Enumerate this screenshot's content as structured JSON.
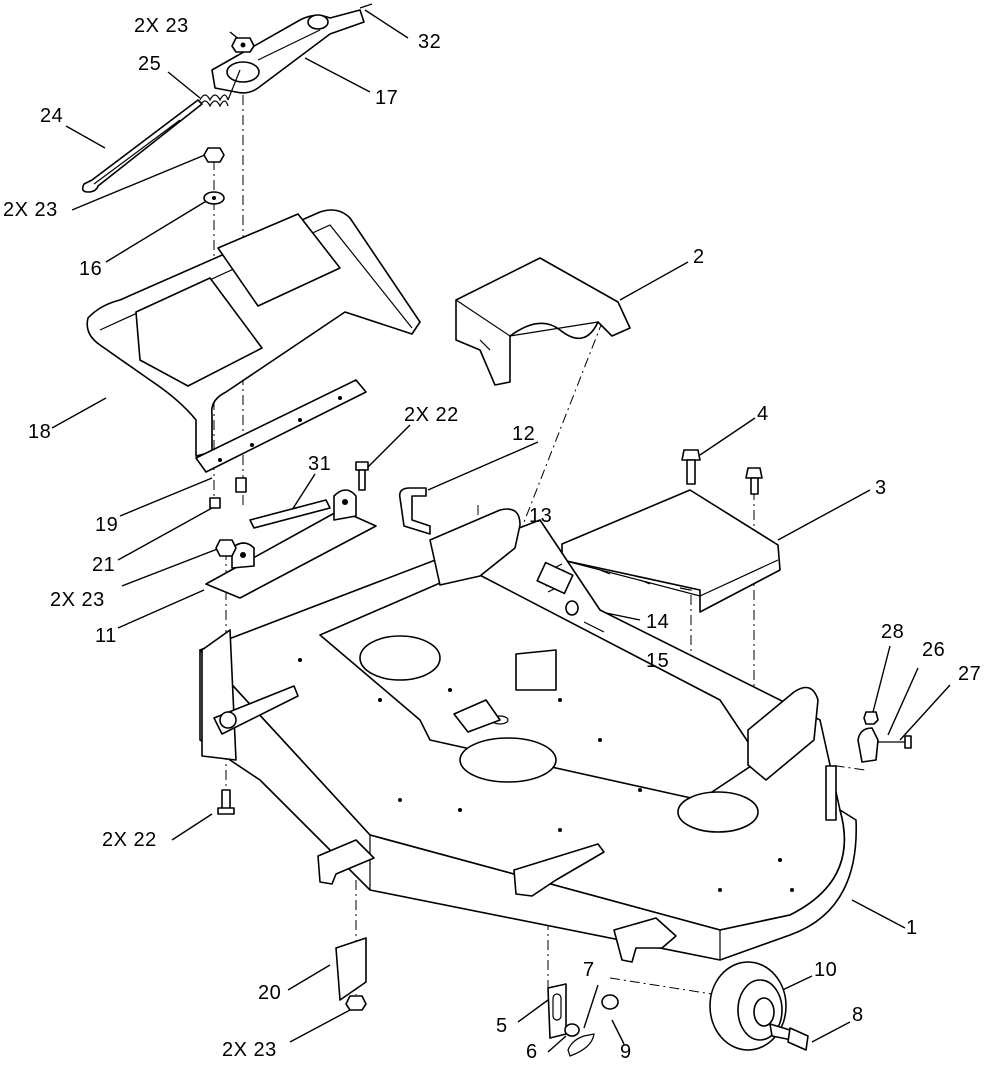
{
  "callouts": [
    {
      "id": "c32",
      "text": "32"
    },
    {
      "id": "c23a",
      "text": "2X  23"
    },
    {
      "id": "c25",
      "text": "25"
    },
    {
      "id": "c17",
      "text": "17"
    },
    {
      "id": "c24",
      "text": "24"
    },
    {
      "id": "c23b",
      "text": "2X  23"
    },
    {
      "id": "c16",
      "text": "16"
    },
    {
      "id": "c2",
      "text": "2"
    },
    {
      "id": "c18",
      "text": "18"
    },
    {
      "id": "c22a",
      "text": "2X  22"
    },
    {
      "id": "c12",
      "text": "12"
    },
    {
      "id": "c4",
      "text": "4"
    },
    {
      "id": "c3",
      "text": "3"
    },
    {
      "id": "c31",
      "text": "31"
    },
    {
      "id": "c13",
      "text": "13"
    },
    {
      "id": "c19",
      "text": "19"
    },
    {
      "id": "c21",
      "text": "21"
    },
    {
      "id": "c23c",
      "text": "2X  23"
    },
    {
      "id": "c11",
      "text": "11"
    },
    {
      "id": "c14",
      "text": "14"
    },
    {
      "id": "c15",
      "text": "15"
    },
    {
      "id": "c28",
      "text": "28"
    },
    {
      "id": "c26",
      "text": "26"
    },
    {
      "id": "c27",
      "text": "27"
    },
    {
      "id": "c22b",
      "text": "2X  22"
    },
    {
      "id": "c1",
      "text": "1"
    },
    {
      "id": "c10",
      "text": "10"
    },
    {
      "id": "c7",
      "text": "7"
    },
    {
      "id": "c8",
      "text": "8"
    },
    {
      "id": "c20",
      "text": "20"
    },
    {
      "id": "c5",
      "text": "5"
    },
    {
      "id": "c9",
      "text": "9"
    },
    {
      "id": "c6",
      "text": "6"
    },
    {
      "id": "c23d",
      "text": "2X  23"
    }
  ]
}
